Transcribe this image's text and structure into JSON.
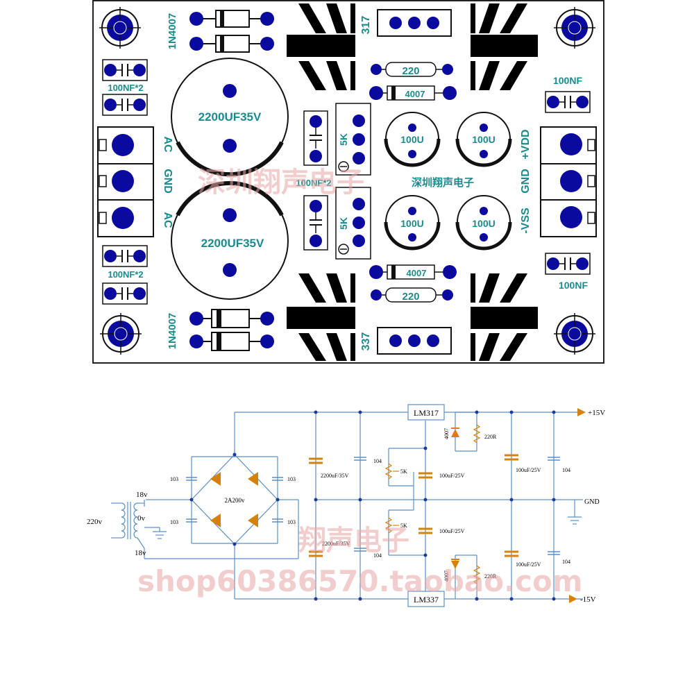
{
  "colors": {
    "board_outline": "#222222",
    "pad": "#0a0a9e",
    "silk_text": "#1b8a8c",
    "heatsink": "#000000",
    "wire": "#5b8fc7",
    "diode": "#d4820a",
    "watermark": "#e9a6a6"
  },
  "pcb": {
    "board_title": "深圳翔声电子",
    "watermark": "深圳翔声电子",
    "labels": {
      "diode_top": "1N4007",
      "diode_bottom": "1N4007",
      "cap_top": "2200UF35V",
      "cap_bottom": "2200UF35V",
      "small_cap_l1": "100NF*2",
      "small_cap_l2": "100NF*2",
      "small_cap_mid": "100NF*2",
      "reg_top": "317",
      "reg_bottom": "337",
      "res_top": "220",
      "res_bottom": "220",
      "diode_small_top": "4007",
      "diode_small_bottom": "4007",
      "pot_top": "5K",
      "pot_bottom": "5K",
      "ecap1": "100U",
      "ecap2": "100U",
      "ecap3": "100U",
      "ecap4": "100U",
      "cap_out_top": "100NF",
      "cap_out_bottom": "100NF",
      "in_ac1": "AC",
      "in_gnd": "GND",
      "in_ac2": "AC",
      "out_vdd": "+VDD",
      "out_gnd": "GND",
      "out_vss": "-VSS"
    }
  },
  "schematic": {
    "watermark_cn": "翔声电子",
    "watermark_shop": "shop60386570.taobao.com",
    "labels": {
      "lm317": "LM317",
      "lm337": "LM337",
      "out_pos": "+15V",
      "out_neg": "-15V",
      "gnd": "GND",
      "v220": "220v",
      "v18_top": "18v",
      "v0": "0v",
      "v18_bot": "18v",
      "bridge": "2A200v",
      "c103_1": "103",
      "c103_2": "103",
      "c103_3": "103",
      "c103_4": "103",
      "bulk_top": "2200uF/35V",
      "bulk_bot": "2200uF/35V",
      "c104_1": "104",
      "c104_2": "104",
      "c104_3": "104",
      "c104_4": "104",
      "pot_top": "5K",
      "pot_bot": "5K",
      "adj_cap_top": "100uF/25V",
      "adj_cap_bot": "100uF/25V",
      "out_cap_top": "100uF/25V",
      "out_cap_bot": "100uF/25V",
      "diode_top": "4007",
      "diode_bot": "4007",
      "res_top": "220R",
      "res_bot": "220R"
    }
  }
}
